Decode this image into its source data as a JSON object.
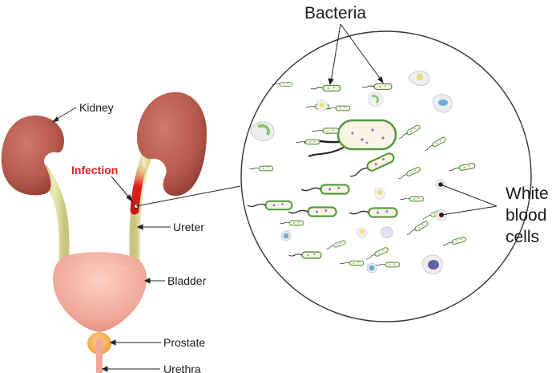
{
  "labels": {
    "bacteria": "Bacteria",
    "kidney": "Kidney",
    "infection": "Infection",
    "ureter": "Ureter",
    "bladder": "Bladder",
    "prostate": "Prostate",
    "urethra": "Urethra",
    "white": "White",
    "blood": "blood",
    "cells": "cells"
  },
  "colors": {
    "kidney": "#b4574b",
    "ureter": "#dcd99a",
    "bladder": "#f0a898",
    "prostate": "#f7b358",
    "infection": "#e02020",
    "bacteria_outline": "#4f9a3a",
    "bacteria_fill": "#fbf3e6"
  },
  "icons": [
    "kidney-icon",
    "bladder-icon",
    "prostate-icon",
    "bacterium-icon",
    "white-blood-cell-icon"
  ]
}
